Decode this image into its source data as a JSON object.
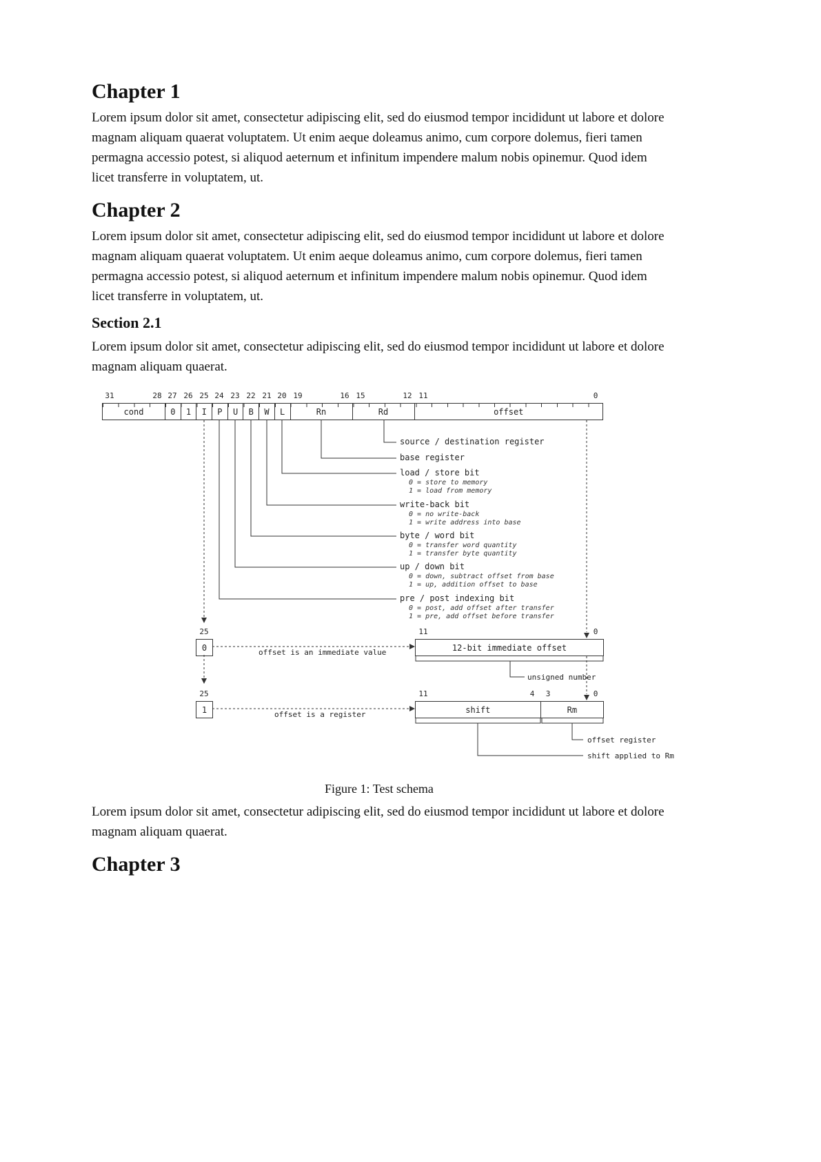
{
  "page": {
    "chapter1": {
      "title": "Chapter 1",
      "body": "Lorem ipsum dolor sit amet, consectetur adipiscing elit, sed do eiusmod tempor incididunt ut labore et dolore magnam aliquam quaerat voluptatem. Ut enim aeque doleamus animo, cum corpore dolemus, fieri tamen permagna accessio potest, si aliquod aeternum et infinitum impendere malum nobis opinemur. Quod idem licet transferre in voluptatem, ut."
    },
    "chapter2": {
      "title": "Chapter 2",
      "body": "Lorem ipsum dolor sit amet, consectetur adipiscing elit, sed do eiusmod tempor incididunt ut labore et dolore magnam aliquam quaerat voluptatem. Ut enim aeque doleamus animo, cum corpore dolemus, fieri tamen permagna accessio potest, si aliquod aeternum et infinitum impendere malum nobis opinemur. Quod idem licet transferre in voluptatem, ut."
    },
    "section21": {
      "title": "Section 2.1",
      "body": "Lorem ipsum dolor sit amet, consectetur adipiscing elit, sed do eiusmod tempor incididunt ut labore et dolore magnam aliquam quaerat."
    },
    "caption": "Figure 1: Test schema",
    "after_figure": "Lorem ipsum dolor sit amet, consectetur adipiscing elit, sed do eiusmod tempor incididunt ut labore et dolore magnam aliquam quaerat.",
    "chapter3": {
      "title": "Chapter 3"
    }
  },
  "diagram": {
    "bit_ruler": [
      "31",
      "28",
      "27",
      "26",
      "25",
      "24",
      "23",
      "22",
      "21",
      "20",
      "19",
      "16",
      "15",
      "12",
      "11",
      "0"
    ],
    "register_fields": [
      "cond",
      "0",
      "1",
      "I",
      "P",
      "U",
      "B",
      "W",
      "L",
      "Rn",
      "Rd",
      "offset"
    ],
    "annotations": [
      {
        "label": "source / destination register",
        "subs": []
      },
      {
        "label": "base register",
        "subs": []
      },
      {
        "label": "load / store bit",
        "subs": [
          "0 = store to memory",
          "1 = load from memory"
        ]
      },
      {
        "label": "write-back bit",
        "subs": [
          "0 = no write-back",
          "1 = write address into base"
        ]
      },
      {
        "label": "byte / word bit",
        "subs": [
          "0 = transfer word quantity",
          "1 = transfer byte quantity"
        ]
      },
      {
        "label": "up / down bit",
        "subs": [
          "0 = down, subtract offset from base",
          "1 = up, addition offset to base"
        ]
      },
      {
        "label": "pre / post indexing bit",
        "subs": [
          "0 = post, add offset after transfer",
          "1 = pre, add offset before transfer"
        ]
      }
    ],
    "immediate": {
      "bit25_label": "25",
      "bit25_value": "0",
      "arrow_text": "offset is an immediate value",
      "box_label": "12-bit immediate offset",
      "bit11": "11",
      "bit0": "0",
      "under_label": "unsigned number"
    },
    "register_offset": {
      "bit25_label": "25",
      "bit25_value": "1",
      "arrow_text": "offset is a register",
      "shift_box": "shift",
      "rm_box": "Rm",
      "bit11": "11",
      "bit4": "4",
      "bit3": "3",
      "bit0": "0",
      "offset_register_label": "offset register",
      "shift_applied_label": "shift applied to Rm"
    }
  }
}
